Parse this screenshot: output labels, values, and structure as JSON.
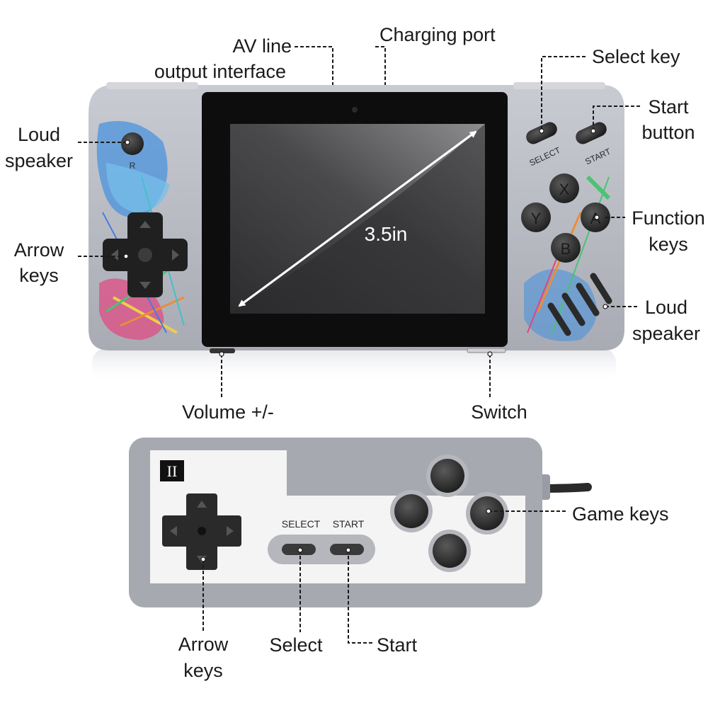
{
  "labels": {
    "av_line": "AV line",
    "av_output": "output interface",
    "charging_port": "Charging port",
    "select_key": "Select key",
    "start_button_line1": "Start",
    "start_button_line2": "button",
    "loud_speaker_left_line1": "Loud",
    "loud_speaker_left_line2": "speaker",
    "arrow_keys_top_line1": "Arrow",
    "arrow_keys_top_line2": "keys",
    "function_keys_line1": "Function",
    "function_keys_line2": "keys",
    "loud_speaker_right_line1": "Loud",
    "loud_speaker_right_line2": "speaker",
    "volume": "Volume +/-",
    "switch": "Switch",
    "game_keys": "Game keys",
    "arrow_keys_bottom_line1": "Arrow",
    "arrow_keys_bottom_line2": "keys",
    "select": "Select",
    "start": "Start"
  },
  "device": {
    "screen_size": "3.5in",
    "r_button": "R",
    "select_btn": "SELECT",
    "start_btn": "START",
    "face_buttons": {
      "x": "X",
      "y": "Y",
      "a": "A",
      "b": "B"
    }
  },
  "controller": {
    "badge": "II",
    "select_label": "SELECT",
    "start_label": "START"
  },
  "colors": {
    "shell": "#b9bbc4",
    "bezel": "#0d0d0d",
    "controller_shell": "#a7a9b0",
    "controller_face": "#f4f4f4",
    "button": "#2b2b2b"
  }
}
